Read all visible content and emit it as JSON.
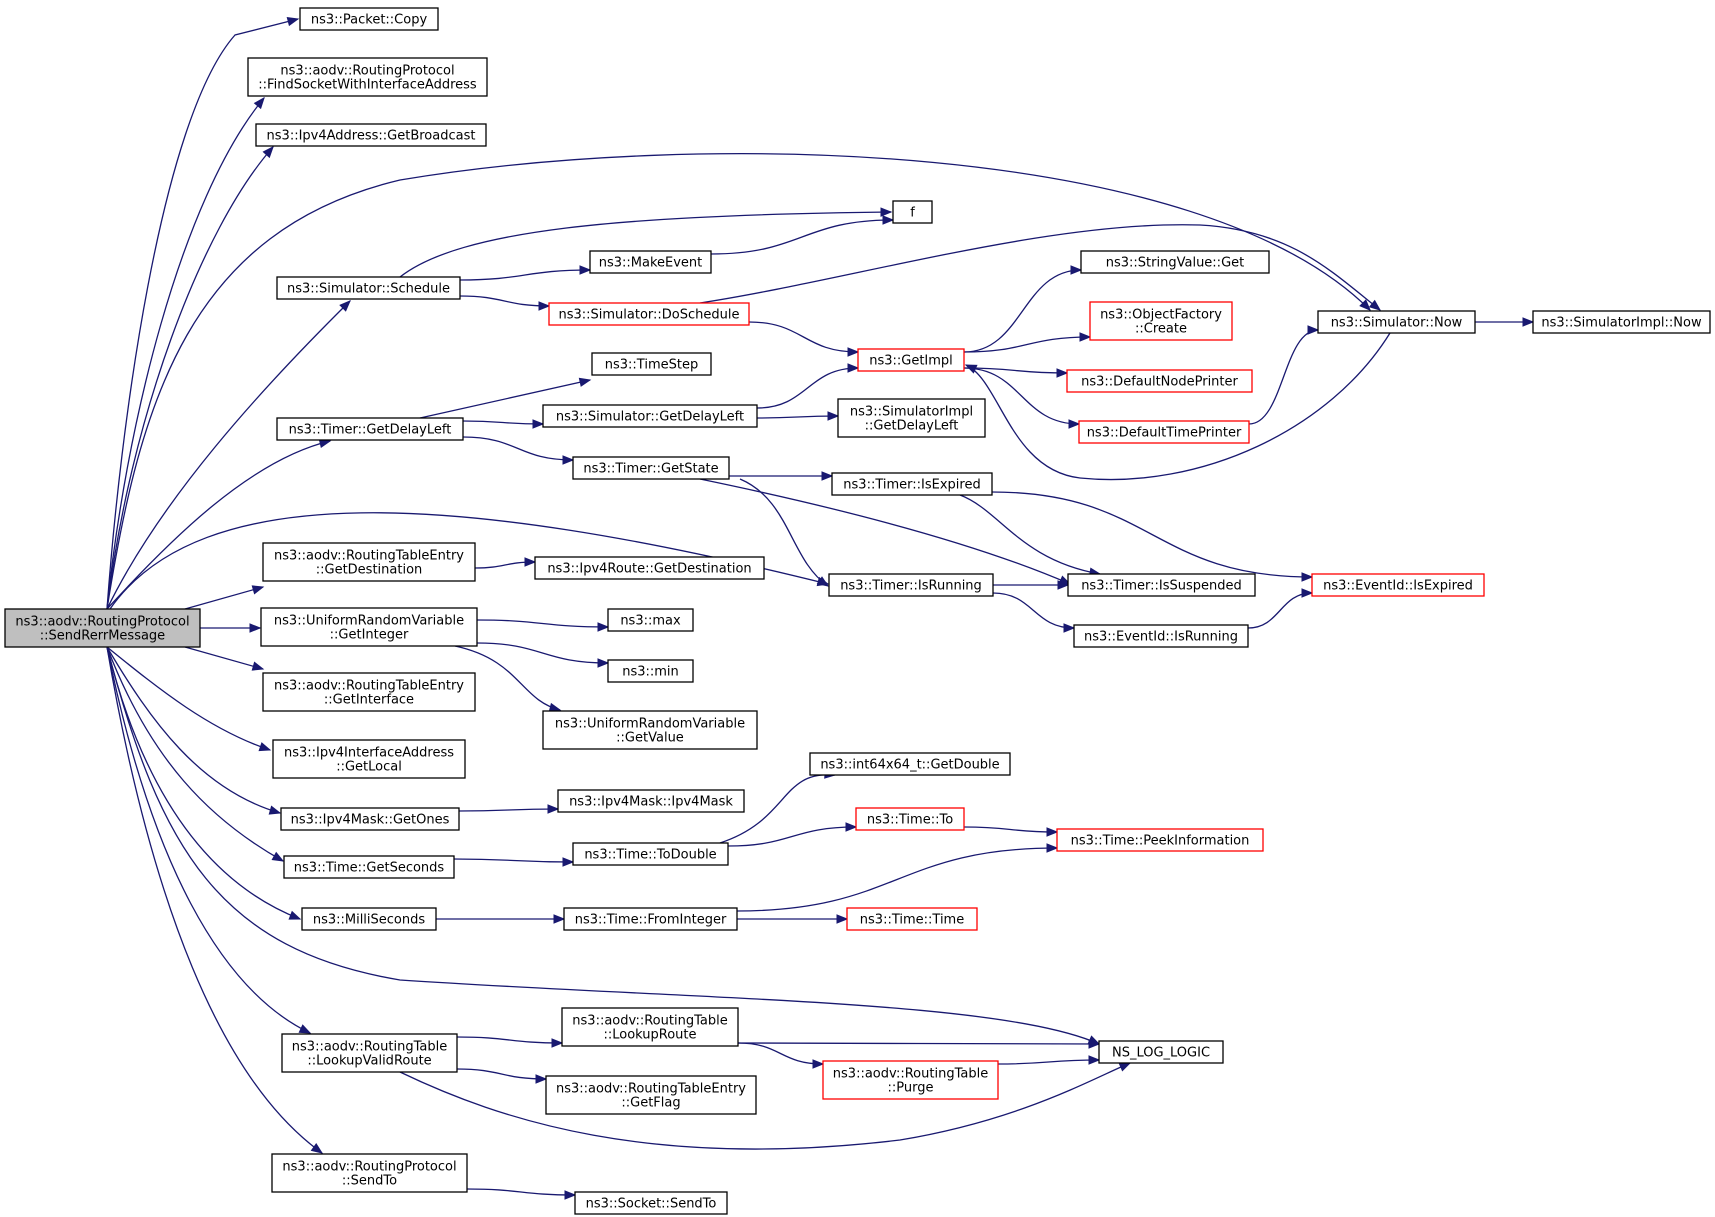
{
  "diagram": {
    "root": "rerr",
    "nodes": [
      {
        "id": "rerr",
        "lines": [
          "ns3::aodv::RoutingProtocol",
          "::SendRerrMessage"
        ],
        "style": "root"
      },
      {
        "id": "pcopy",
        "lines": [
          "ns3::Packet::Copy"
        ]
      },
      {
        "id": "findsock",
        "lines": [
          "ns3::aodv::RoutingProtocol",
          "::FindSocketWithInterfaceAddress"
        ]
      },
      {
        "id": "getbcast",
        "lines": [
          "ns3::Ipv4Address::GetBroadcast"
        ]
      },
      {
        "id": "f",
        "lines": [
          "f"
        ]
      },
      {
        "id": "makeevent",
        "lines": [
          "ns3::MakeEvent"
        ]
      },
      {
        "id": "schedule",
        "lines": [
          "ns3::Simulator::Schedule"
        ]
      },
      {
        "id": "doschedule",
        "lines": [
          "ns3::Simulator::DoSchedule"
        ],
        "style": "red"
      },
      {
        "id": "stringget",
        "lines": [
          "ns3::StringValue::Get"
        ]
      },
      {
        "id": "objcreate",
        "lines": [
          "ns3::ObjectFactory",
          "::Create"
        ],
        "style": "red"
      },
      {
        "id": "simnow",
        "lines": [
          "ns3::Simulator::Now"
        ]
      },
      {
        "id": "implnow",
        "lines": [
          "ns3::SimulatorImpl::Now"
        ]
      },
      {
        "id": "timestep",
        "lines": [
          "ns3::TimeStep"
        ]
      },
      {
        "id": "getimpl",
        "lines": [
          "ns3::GetImpl"
        ],
        "style": "red"
      },
      {
        "id": "nodeprinter",
        "lines": [
          "ns3::DefaultNodePrinter"
        ],
        "style": "red"
      },
      {
        "id": "timeprinter",
        "lines": [
          "ns3::DefaultTimePrinter"
        ],
        "style": "red"
      },
      {
        "id": "timerdelay",
        "lines": [
          "ns3::Timer::GetDelayLeft"
        ]
      },
      {
        "id": "simdelay",
        "lines": [
          "ns3::Simulator::GetDelayLeft"
        ]
      },
      {
        "id": "impldelay",
        "lines": [
          "ns3::SimulatorImpl",
          "::GetDelayLeft"
        ]
      },
      {
        "id": "getstate",
        "lines": [
          "ns3::Timer::GetState"
        ]
      },
      {
        "id": "isexpired",
        "lines": [
          "ns3::Timer::IsExpired"
        ]
      },
      {
        "id": "rtedest",
        "lines": [
          "ns3::aodv::RoutingTableEntry",
          "::GetDestination"
        ]
      },
      {
        "id": "ipv4routedest",
        "lines": [
          "ns3::Ipv4Route::GetDestination"
        ]
      },
      {
        "id": "isrunning",
        "lines": [
          "ns3::Timer::IsRunning"
        ]
      },
      {
        "id": "issuspended",
        "lines": [
          "ns3::Timer::IsSuspended"
        ]
      },
      {
        "id": "evexpired",
        "lines": [
          "ns3::EventId::IsExpired"
        ],
        "style": "red"
      },
      {
        "id": "evrunning",
        "lines": [
          "ns3::EventId::IsRunning"
        ]
      },
      {
        "id": "urvint",
        "lines": [
          "ns3::UniformRandomVariable",
          "::GetInteger"
        ]
      },
      {
        "id": "max",
        "lines": [
          "ns3::max"
        ]
      },
      {
        "id": "min",
        "lines": [
          "ns3::min"
        ]
      },
      {
        "id": "urvval",
        "lines": [
          "ns3::UniformRandomVariable",
          "::GetValue"
        ]
      },
      {
        "id": "rteiface",
        "lines": [
          "ns3::aodv::RoutingTableEntry",
          "::GetInterface"
        ]
      },
      {
        "id": "getlocal",
        "lines": [
          "ns3::Ipv4InterfaceAddress",
          "::GetLocal"
        ]
      },
      {
        "id": "getones",
        "lines": [
          "ns3::Ipv4Mask::GetOnes"
        ]
      },
      {
        "id": "ipv4mask",
        "lines": [
          "ns3::Ipv4Mask::Ipv4Mask"
        ]
      },
      {
        "id": "getdouble",
        "lines": [
          "ns3::int64x64_t::GetDouble"
        ]
      },
      {
        "id": "timeto",
        "lines": [
          "ns3::Time::To"
        ],
        "style": "red"
      },
      {
        "id": "peekinfo",
        "lines": [
          "ns3::Time::PeekInformation"
        ],
        "style": "red"
      },
      {
        "id": "getseconds",
        "lines": [
          "ns3::Time::GetSeconds"
        ]
      },
      {
        "id": "todouble",
        "lines": [
          "ns3::Time::ToDouble"
        ]
      },
      {
        "id": "ms",
        "lines": [
          "ns3::MilliSeconds"
        ]
      },
      {
        "id": "frominteger",
        "lines": [
          "ns3::Time::FromInteger"
        ]
      },
      {
        "id": "timetime",
        "lines": [
          "ns3::Time::Time"
        ],
        "style": "red"
      },
      {
        "id": "lookuproute",
        "lines": [
          "ns3::aodv::RoutingTable",
          "::LookupRoute"
        ]
      },
      {
        "id": "nslog",
        "lines": [
          "NS_LOG_LOGIC"
        ]
      },
      {
        "id": "lookupvalid",
        "lines": [
          "ns3::aodv::RoutingTable",
          "::LookupValidRoute"
        ]
      },
      {
        "id": "purge",
        "lines": [
          "ns3::aodv::RoutingTable",
          "::Purge"
        ],
        "style": "red"
      },
      {
        "id": "getflag",
        "lines": [
          "ns3::aodv::RoutingTableEntry",
          "::GetFlag"
        ]
      },
      {
        "id": "sendto",
        "lines": [
          "ns3::aodv::RoutingProtocol",
          "::SendTo"
        ]
      },
      {
        "id": "socksendto",
        "lines": [
          "ns3::Socket::SendTo"
        ]
      }
    ],
    "edges": [
      {
        "from": "rerr",
        "to": "pcopy"
      },
      {
        "from": "rerr",
        "to": "findsock"
      },
      {
        "from": "rerr",
        "to": "getbcast"
      },
      {
        "from": "rerr",
        "to": "simnow"
      },
      {
        "from": "rerr",
        "to": "schedule"
      },
      {
        "from": "rerr",
        "to": "timerdelay"
      },
      {
        "from": "rerr",
        "to": "isrunning"
      },
      {
        "from": "rerr",
        "to": "rtedest"
      },
      {
        "from": "rerr",
        "to": "urvint"
      },
      {
        "from": "rerr",
        "to": "rteiface"
      },
      {
        "from": "rerr",
        "to": "getlocal"
      },
      {
        "from": "rerr",
        "to": "getones"
      },
      {
        "from": "rerr",
        "to": "getseconds"
      },
      {
        "from": "rerr",
        "to": "ms"
      },
      {
        "from": "rerr",
        "to": "nslog"
      },
      {
        "from": "rerr",
        "to": "lookupvalid"
      },
      {
        "from": "rerr",
        "to": "sendto"
      },
      {
        "from": "schedule",
        "to": "f"
      },
      {
        "from": "schedule",
        "to": "makeevent"
      },
      {
        "from": "schedule",
        "to": "doschedule"
      },
      {
        "from": "makeevent",
        "to": "f"
      },
      {
        "from": "doschedule",
        "to": "simnow"
      },
      {
        "from": "doschedule",
        "to": "getimpl"
      },
      {
        "from": "getimpl",
        "to": "stringget"
      },
      {
        "from": "getimpl",
        "to": "objcreate"
      },
      {
        "from": "getimpl",
        "to": "nodeprinter"
      },
      {
        "from": "getimpl",
        "to": "timeprinter"
      },
      {
        "from": "simnow",
        "to": "getimpl"
      },
      {
        "from": "simnow",
        "to": "implnow"
      },
      {
        "from": "timeprinter",
        "to": "simnow"
      },
      {
        "from": "timerdelay",
        "to": "timestep"
      },
      {
        "from": "timerdelay",
        "to": "simdelay"
      },
      {
        "from": "timerdelay",
        "to": "getstate"
      },
      {
        "from": "simdelay",
        "to": "getimpl"
      },
      {
        "from": "simdelay",
        "to": "impldelay"
      },
      {
        "from": "getstate",
        "to": "isexpired"
      },
      {
        "from": "getstate",
        "to": "isrunning"
      },
      {
        "from": "getstate",
        "to": "issuspended"
      },
      {
        "from": "isexpired",
        "to": "evexpired"
      },
      {
        "from": "isexpired",
        "to": "issuspended"
      },
      {
        "from": "isrunning",
        "to": "issuspended"
      },
      {
        "from": "isrunning",
        "to": "evrunning"
      },
      {
        "from": "evrunning",
        "to": "evexpired"
      },
      {
        "from": "rtedest",
        "to": "ipv4routedest"
      },
      {
        "from": "urvint",
        "to": "max"
      },
      {
        "from": "urvint",
        "to": "min"
      },
      {
        "from": "urvint",
        "to": "urvval"
      },
      {
        "from": "getones",
        "to": "ipv4mask"
      },
      {
        "from": "getseconds",
        "to": "todouble"
      },
      {
        "from": "todouble",
        "to": "getdouble"
      },
      {
        "from": "todouble",
        "to": "timeto"
      },
      {
        "from": "timeto",
        "to": "peekinfo"
      },
      {
        "from": "ms",
        "to": "frominteger"
      },
      {
        "from": "frominteger",
        "to": "peekinfo"
      },
      {
        "from": "frominteger",
        "to": "timetime"
      },
      {
        "from": "lookupvalid",
        "to": "lookuproute"
      },
      {
        "from": "lookupvalid",
        "to": "getflag"
      },
      {
        "from": "lookupvalid",
        "to": "nslog"
      },
      {
        "from": "lookuproute",
        "to": "nslog"
      },
      {
        "from": "lookuproute",
        "to": "purge"
      },
      {
        "from": "purge",
        "to": "nslog"
      },
      {
        "from": "sendto",
        "to": "socksendto"
      }
    ]
  }
}
